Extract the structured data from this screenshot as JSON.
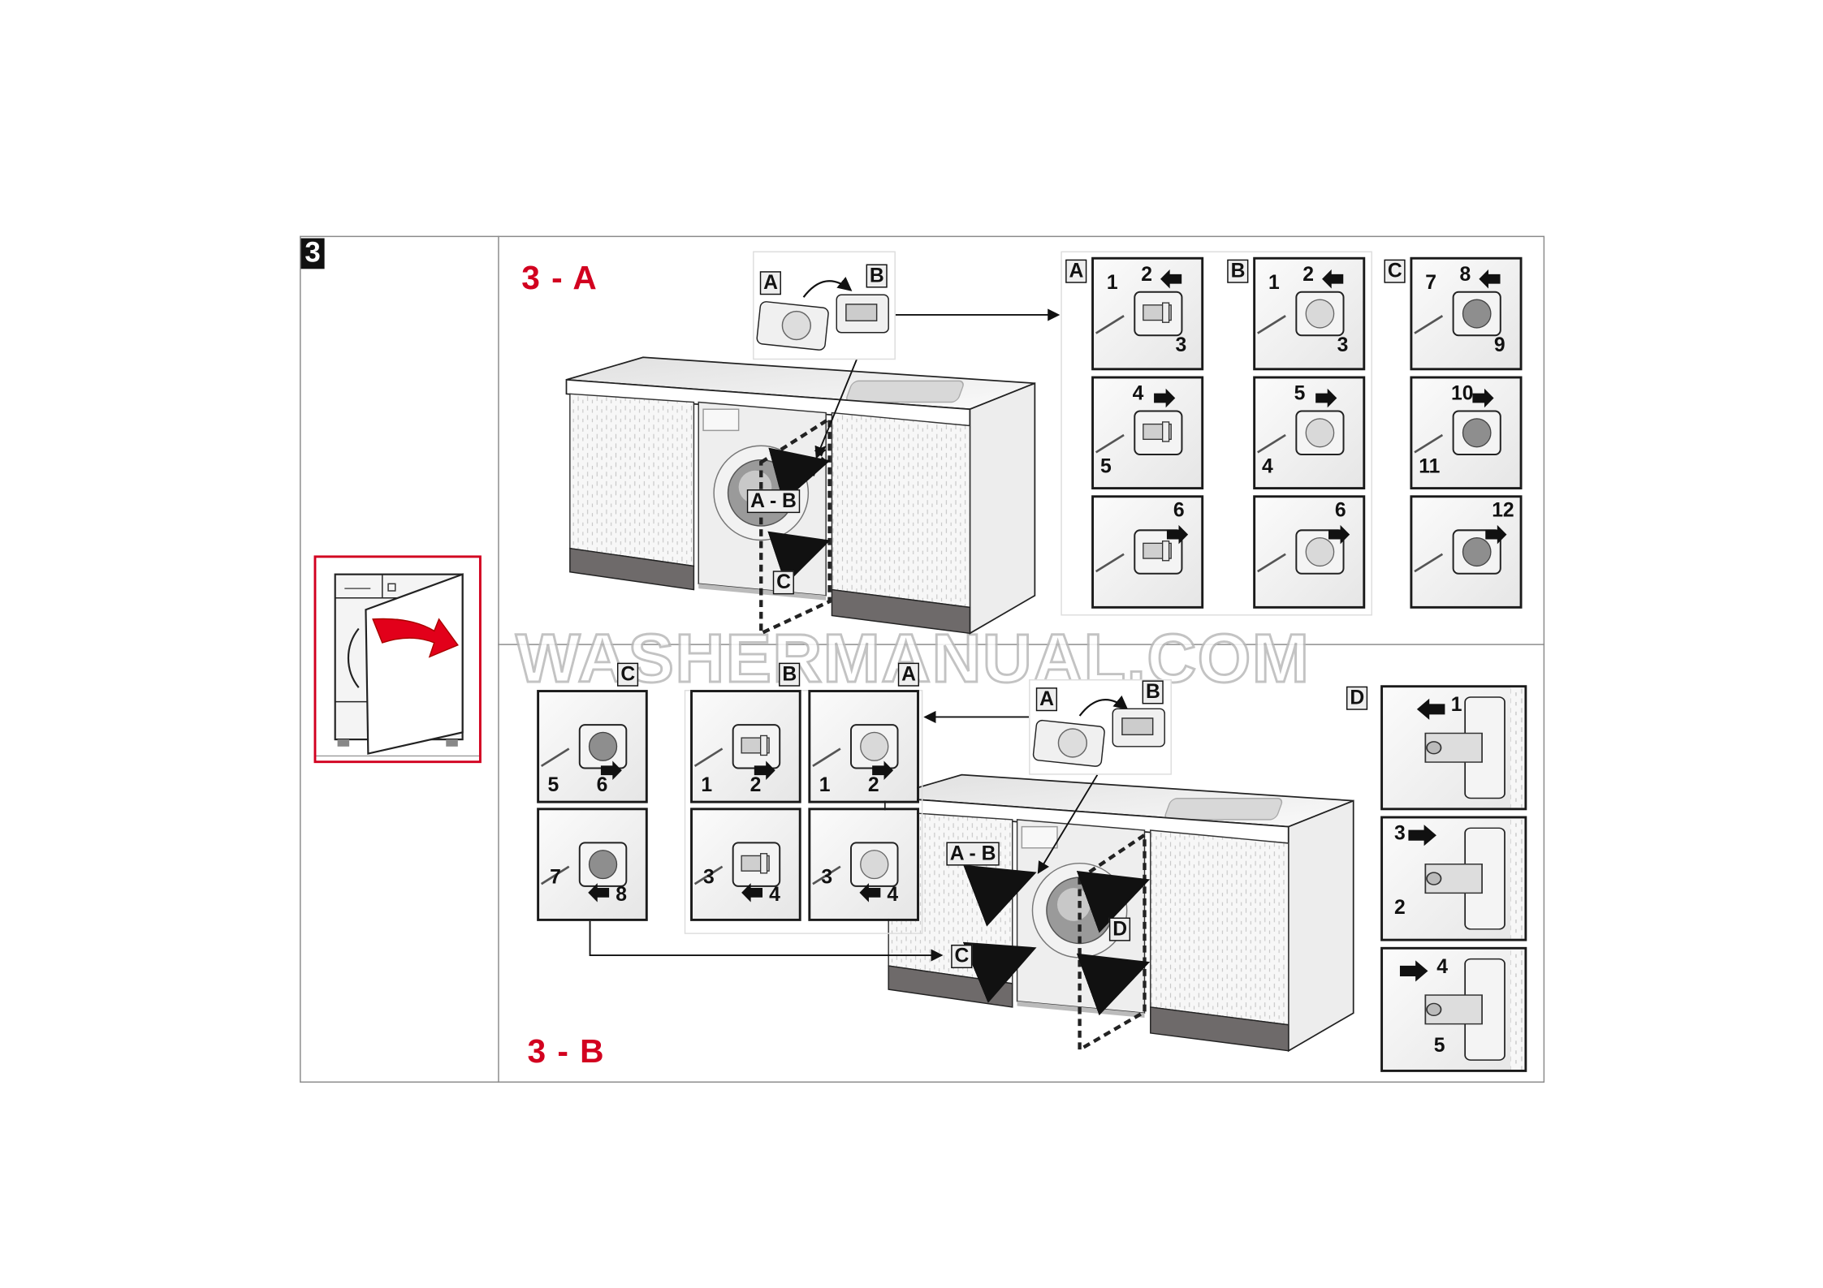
{
  "step_number": "3",
  "section_a": {
    "title": "3 - A",
    "inset_labels": [
      "A",
      "B"
    ],
    "machine_labels": {
      "ab": "A - B",
      "c": "C"
    },
    "groups": [
      {
        "label": "A",
        "kind": "latch",
        "rows": [
          [
            "1",
            "2",
            "3"
          ],
          [
            "4",
            "5"
          ],
          [
            "6"
          ]
        ]
      },
      {
        "label": "B",
        "kind": "silver",
        "rows": [
          [
            "1",
            "2",
            "3"
          ],
          [
            "5",
            "4"
          ],
          [
            "6"
          ]
        ]
      },
      {
        "label": "C",
        "kind": "grey",
        "rows": [
          [
            "7",
            "8",
            "9"
          ],
          [
            "10",
            "11"
          ],
          [
            "12"
          ]
        ]
      }
    ]
  },
  "section_b": {
    "title": "3 - B",
    "inset_labels": [
      "A",
      "B"
    ],
    "machine_labels": {
      "ab": "A - B",
      "c": "C",
      "d": "D"
    },
    "groups": [
      {
        "label": "C",
        "kind": "grey",
        "rows": [
          [
            "5",
            "6"
          ],
          [
            "7",
            "8"
          ]
        ]
      },
      {
        "label": "B",
        "kind": "latch",
        "rows": [
          [
            "1",
            "2"
          ],
          [
            "3",
            "4"
          ]
        ]
      },
      {
        "label": "A",
        "kind": "silver",
        "rows": [
          [
            "1",
            "2"
          ],
          [
            "3",
            "4"
          ]
        ]
      }
    ],
    "hinge_group": {
      "label": "D",
      "rows": [
        [
          "1"
        ],
        [
          "3",
          "2"
        ],
        [
          "4",
          "5"
        ]
      ]
    }
  },
  "watermark": "WASHERMANUAL.COM",
  "colors": {
    "accent_red": "#d2001f",
    "plinth": "#6e6a6a"
  }
}
